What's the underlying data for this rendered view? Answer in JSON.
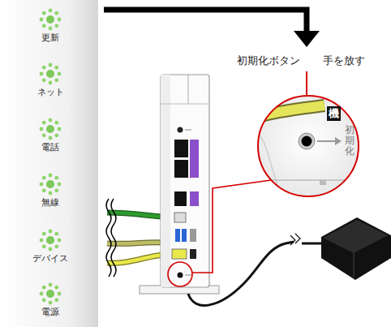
{
  "diagram": {
    "nodes": [
      {
        "text": [
          "機"
        ]
      }
    ],
    "labels": [
      "更新",
      "ネット",
      "電話",
      "無線",
      "デバイス",
      "電源",
      "初期化ボタン",
      "手を放す",
      "初期化"
    ]
  }
}
